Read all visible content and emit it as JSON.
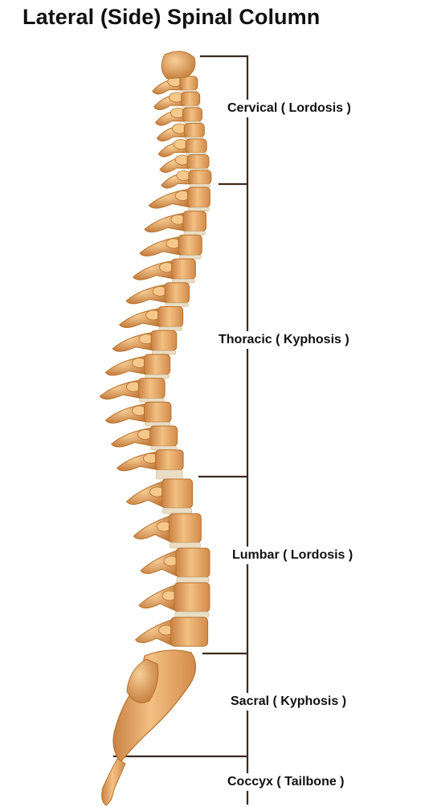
{
  "title": "Lateral (Side) Spinal Column",
  "regions": [
    {
      "id": "cervical",
      "label": "Cervical ( Lordosis )"
    },
    {
      "id": "thoracic",
      "label": "Thoracic ( Kyphosis )"
    },
    {
      "id": "lumbar",
      "label": "Lumbar ( Lordosis )"
    },
    {
      "id": "sacral",
      "label": "Sacral ( Kyphosis )"
    },
    {
      "id": "coccyx",
      "label": "Coccyx ( Tailbone )"
    }
  ],
  "colors": {
    "bone": "#e8a462",
    "bone_light": "#f6c88c",
    "bone_dark": "#b8732f",
    "disc": "#e9ddc4",
    "bracket": "#3b2a1e",
    "text": "#111111"
  }
}
